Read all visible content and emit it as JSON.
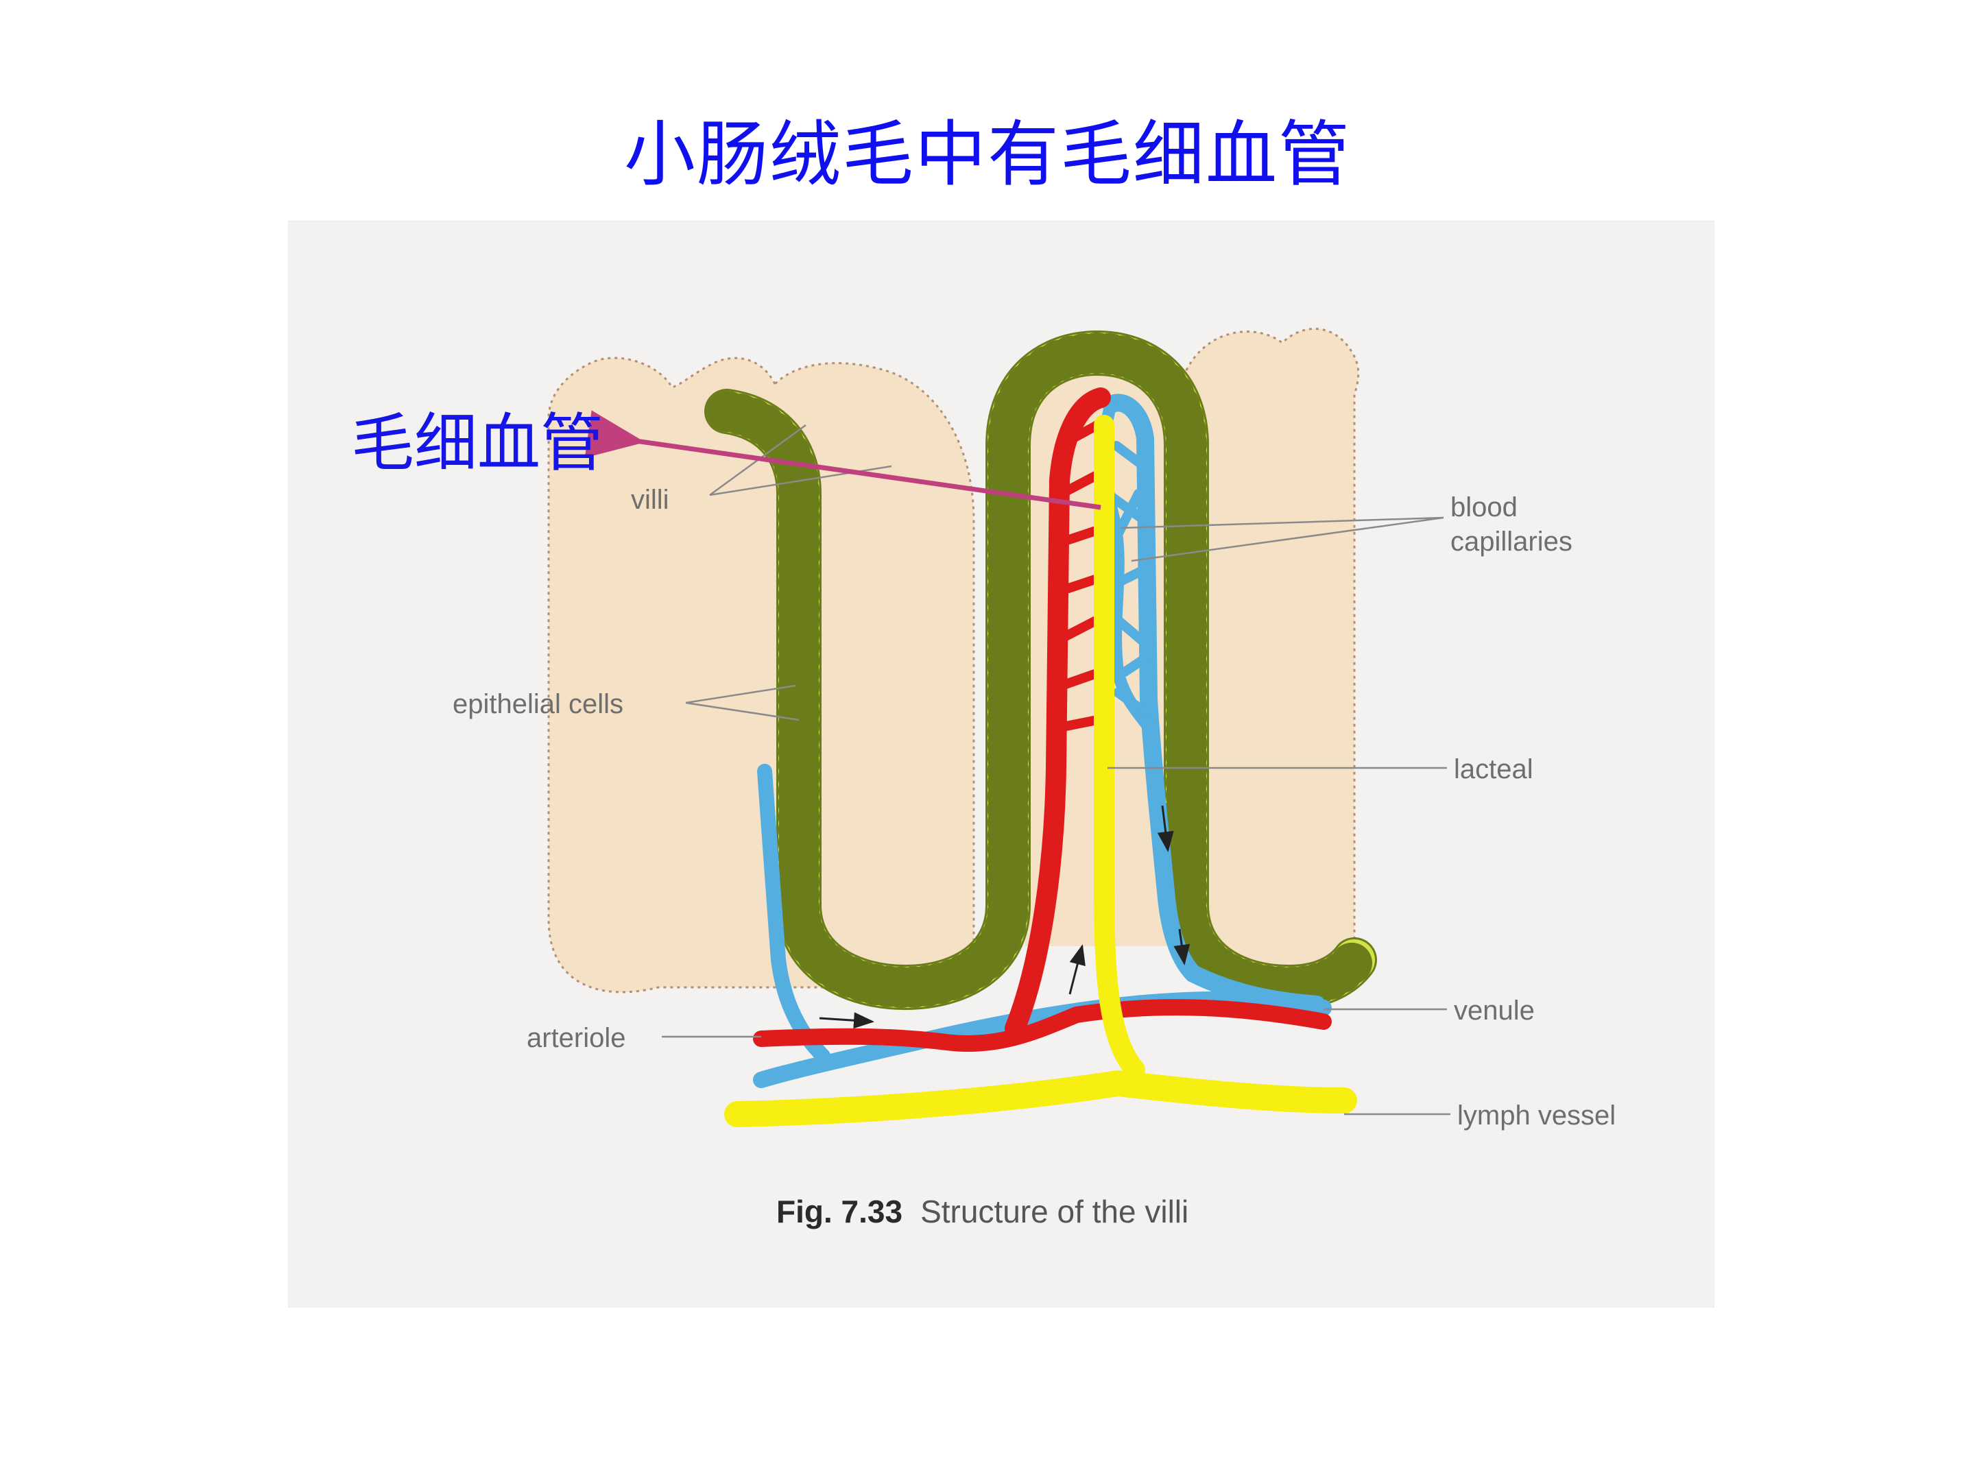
{
  "slide": {
    "title": "小肠绒毛中有毛细血管",
    "callout_label": "毛细血管"
  },
  "figure": {
    "caption_number": "Fig. 7.33",
    "caption_text": "Structure of the villi",
    "labels": {
      "villi": "villi",
      "blood_capillaries_1": "blood",
      "blood_capillaries_2": "capillaries",
      "epithelial_cells": "epithelial cells",
      "lacteal": "lacteal",
      "venule": "venule",
      "arteriole": "arteriole",
      "lymph_vessel": "lymph vessel"
    }
  },
  "colors": {
    "title": "#1010ee",
    "callout_arrow": "#c0407e",
    "epithelium": "#d4e24a",
    "villus_core": "#f5e1c6",
    "artery": "#e01b1b",
    "vein": "#55aee0",
    "lymph": "#f7ee12"
  }
}
